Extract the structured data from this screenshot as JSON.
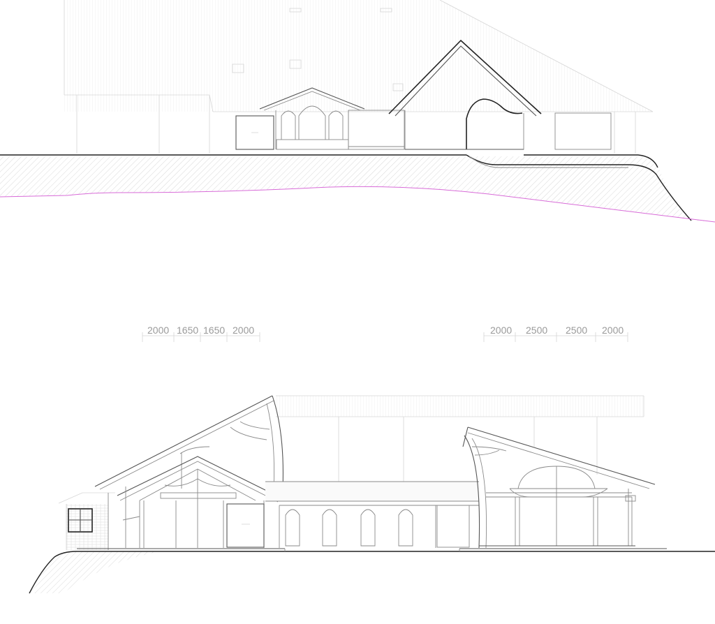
{
  "drawing": {
    "dimensions_left": [
      "2000",
      "1650",
      "1650",
      "2000"
    ],
    "dimensions_right": [
      "2000",
      "2500",
      "2500",
      "2000"
    ]
  }
}
